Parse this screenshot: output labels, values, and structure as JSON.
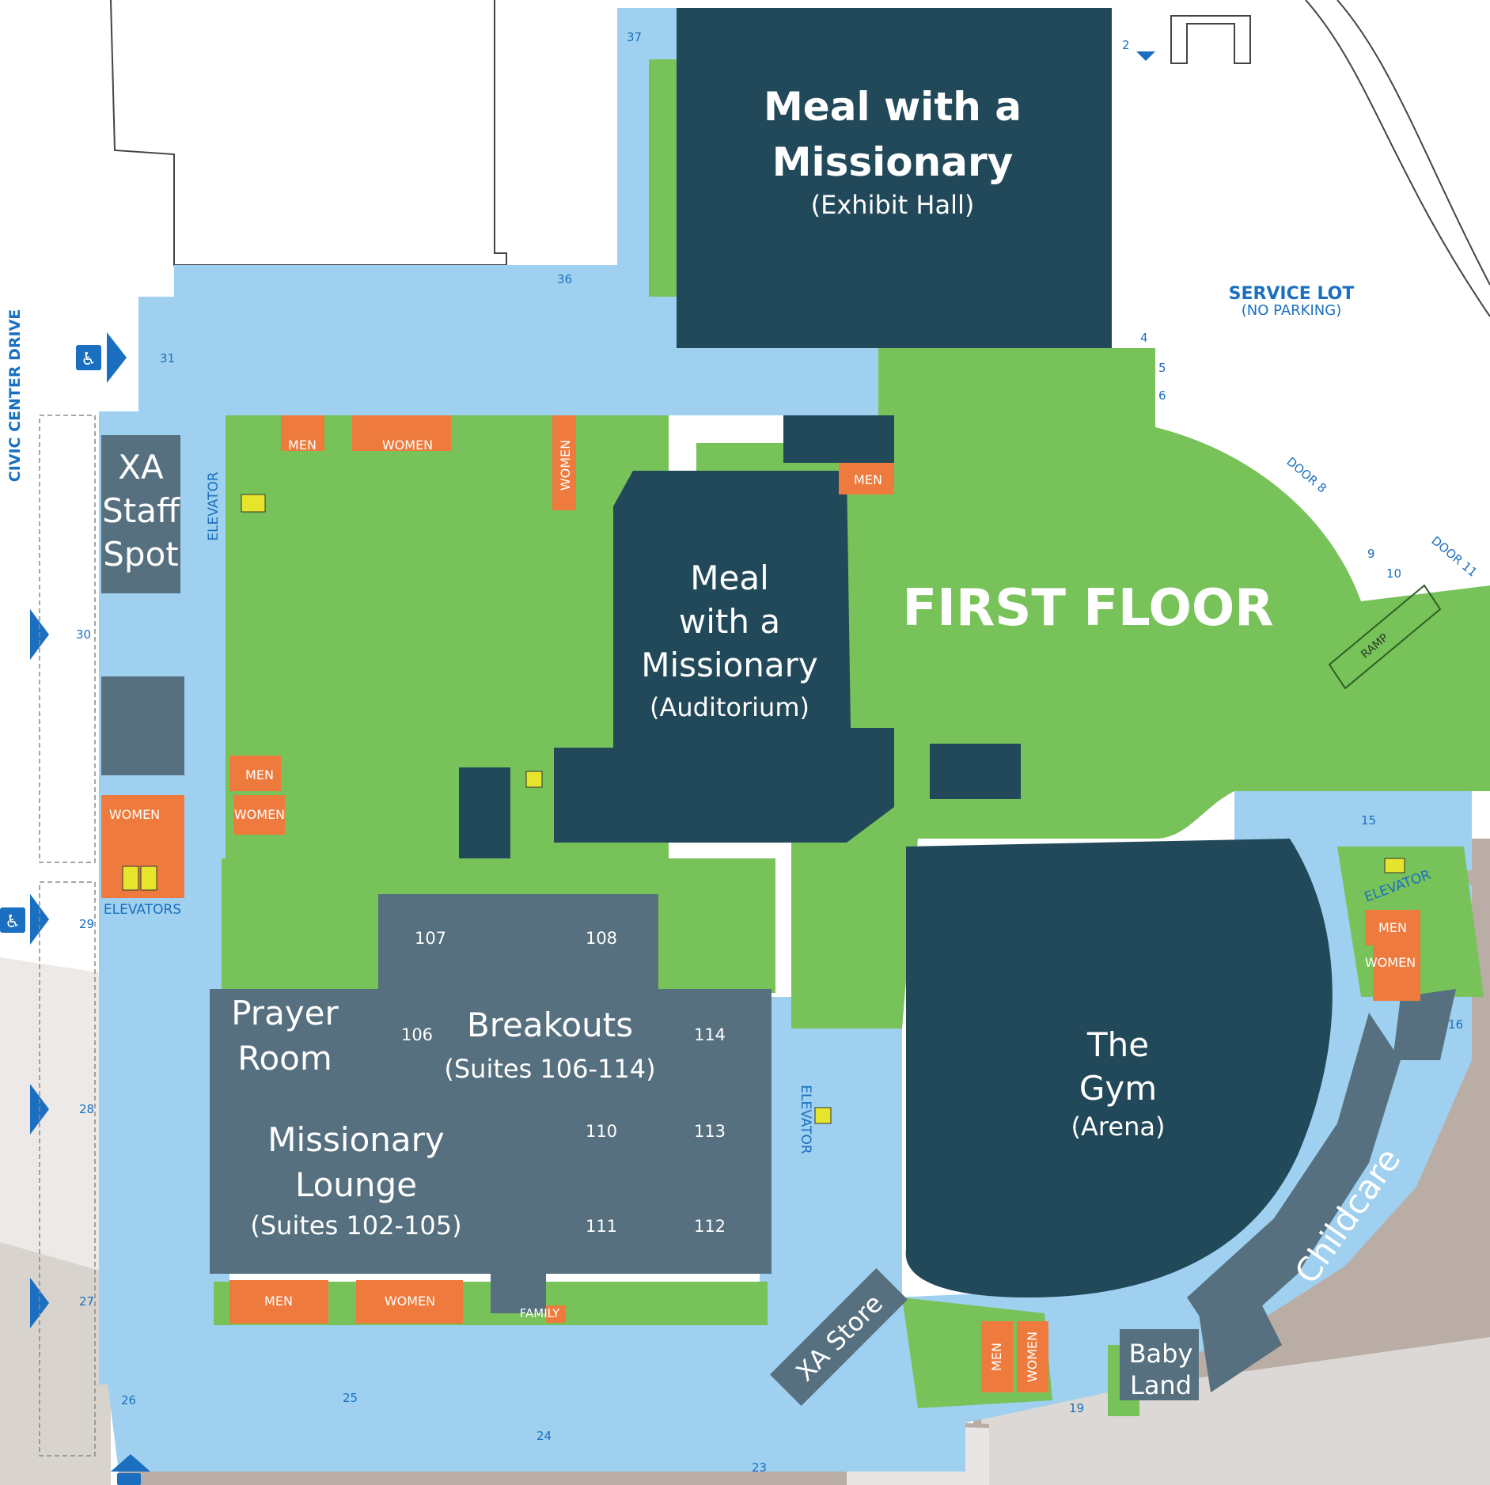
{
  "floor_title": "FIRST FLOOR",
  "street": "CIVIC CENTER DRIVE",
  "service_lot": {
    "title": "SERVICE LOT",
    "subtitle": "(NO PARKING)"
  },
  "rooms": {
    "exhibit_hall": {
      "line1": "Meal with a",
      "line2": "Missionary",
      "line3": "(Exhibit Hall)"
    },
    "auditorium": {
      "line1": "Meal",
      "line2": "with a",
      "line3": "Missionary",
      "line4": "(Auditorium)"
    },
    "xa_staff_spot": {
      "line1": "XA",
      "line2": "Staff",
      "line3": "Spot"
    },
    "prayer_room": {
      "line1": "Prayer",
      "line2": "Room"
    },
    "breakouts": {
      "line1": "Breakouts",
      "line2": "(Suites 106-114)"
    },
    "missionary_lounge": {
      "line1": "Missionary",
      "line2": "Lounge",
      "line3": "(Suites 102-105)"
    },
    "gym": {
      "line1": "The",
      "line2": "Gym",
      "line3": "(Arena)"
    },
    "xa_store": "XA Store",
    "childcare": "Childcare",
    "baby_land": {
      "line1": "Baby",
      "line2": "Land"
    }
  },
  "suites": {
    "s107": "107",
    "s108": "108",
    "s106": "106",
    "s114": "114",
    "s110": "110",
    "s113": "113",
    "s111": "111",
    "s112": "112"
  },
  "restrooms": {
    "men": "MEN",
    "women": "WOMEN",
    "family": "FAMILY"
  },
  "elevator_labels": {
    "single": "ELEVATOR",
    "plural": "ELEVATORS"
  },
  "ramp": "RAMP",
  "doors": {
    "d2": "2",
    "d4": "4",
    "d5": "5",
    "d6": "6",
    "d8": "DOOR 8",
    "d9": "9",
    "d10": "10",
    "d11": "DOOR 11",
    "d15": "15",
    "d16": "16",
    "d19": "19",
    "d23": "23",
    "d24": "24",
    "d25": "25",
    "d26": "26",
    "d27": "27",
    "d28": "28",
    "d29": "29",
    "d30": "30",
    "d31": "31",
    "d36": "36",
    "d37": "37"
  },
  "colors": {
    "corridor": "#9fd0ef",
    "green_space": "#78c25a",
    "dark_room": "#22495a",
    "gray_room": "#56707f",
    "restroom": "#ee7b3d",
    "accent_blue": "#1a6fc0",
    "outside_gray": "#ede9e6",
    "outside_brown": "#b9ada5"
  },
  "icons": [
    "accessible-icon",
    "entrance-arrow-icon",
    "elevator-icon"
  ]
}
